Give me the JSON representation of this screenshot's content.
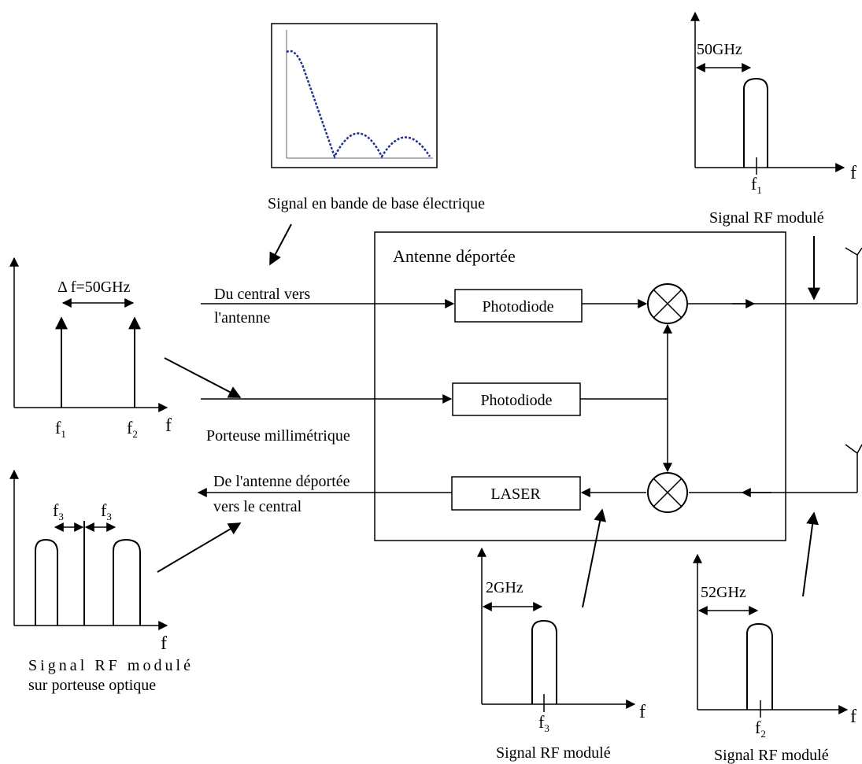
{
  "diagram": {
    "block": {
      "title": "Antenne déportée",
      "pd1": "Photodiode",
      "pd2": "Photodiode",
      "laser": "LASER"
    },
    "links": {
      "central_to_antenna_l1": "Du central vers",
      "central_to_antenna_l2": "l'antenne",
      "millimeter_carrier": "Porteuse millimétrique",
      "antenna_to_central_l1": "De l'antenne déportée",
      "antenna_to_central_l2": "vers le central"
    },
    "baseband": {
      "caption": "Signal en bande de base électrique"
    },
    "spectra": {
      "two_tone": {
        "delta": "Δ f=50GHz",
        "f1": "f",
        "f1_sub": "1",
        "f2": "f",
        "f2_sub": "2",
        "axis": "f"
      },
      "optical_rf": {
        "left": "f",
        "left_sub": "3",
        "right": "f",
        "right_sub": "3",
        "axis": "f",
        "caption_l1": "Signal   RF   modulé",
        "caption_l2": "sur porteuse optique"
      },
      "rf_top": {
        "freq": "50GHz",
        "mark": "f",
        "mark_sub": "1",
        "axis": "f",
        "caption": "Signal RF modulé"
      },
      "rf_2ghz": {
        "freq": "2GHz",
        "mark": "f",
        "mark_sub": "3",
        "axis": "f",
        "caption": "Signal RF modulé"
      },
      "rf_52ghz": {
        "freq": "52GHz",
        "mark": "f",
        "mark_sub": "2",
        "axis": "f",
        "caption": "Signal RF modulé"
      }
    }
  }
}
